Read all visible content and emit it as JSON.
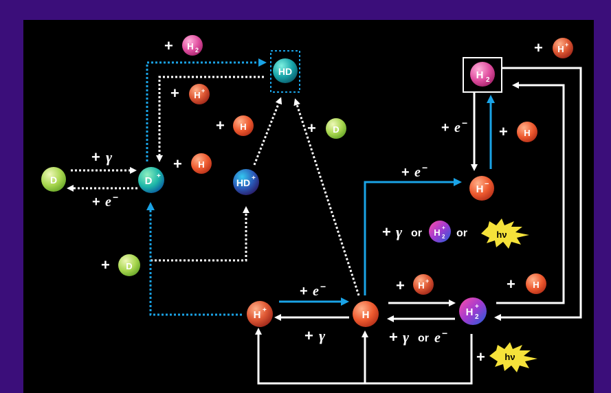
{
  "colors": {
    "frame": "#3b0e7a",
    "background": "#000000",
    "arrow_white": "#ffffff",
    "arrow_blue": "#1aa3e6",
    "species": {
      "D": [
        "#d9ef8a",
        "#8cc63f"
      ],
      "H": [
        "#ff9a66",
        "#d33a1f"
      ],
      "H2": [
        "#ff8cc8",
        "#d63384"
      ],
      "D+": [
        "#2fe0c0",
        "#0a6fb0"
      ],
      "HD": [
        "#3fd6c6",
        "#0b7f8c"
      ],
      "HD+": [
        "#1aa3e6",
        "#2a2a7a"
      ],
      "H+": [
        "#ff9a66",
        "#c0392b"
      ],
      "H2+": [
        "#e83fa0",
        "#2a55c8"
      ],
      "hv": "#f5e23a"
    }
  },
  "species": {
    "d_left": {
      "main": "D",
      "sup": ""
    },
    "d_plus": {
      "main": "D",
      "sup": "+"
    },
    "hd": {
      "main": "HD",
      "sup": ""
    },
    "hd_plus": {
      "main": "HD",
      "sup": "+"
    },
    "h2_top": {
      "main": "H",
      "sub": "2",
      "sup": ""
    },
    "h_minus": {
      "main": "H",
      "sup": "−"
    },
    "h_plus_bottom": {
      "main": "H",
      "sup": "+"
    },
    "h_center": {
      "main": "H",
      "sup": ""
    },
    "h2_plus": {
      "main": "H",
      "sub": "2",
      "sup": "+"
    }
  },
  "reactant_labels": {
    "plus": "+",
    "or": "or",
    "gamma": "γ",
    "electron": "e",
    "minus": "−",
    "photon": "hν",
    "h2_badge": {
      "main": "H",
      "sub": "2"
    },
    "h_plus_badge": {
      "main": "H",
      "sup": "+"
    },
    "h_badge": {
      "main": "H"
    },
    "d_badge": {
      "main": "D"
    },
    "h2_plus_badge": {
      "main": "H",
      "sub": "2",
      "sup": "+"
    }
  }
}
